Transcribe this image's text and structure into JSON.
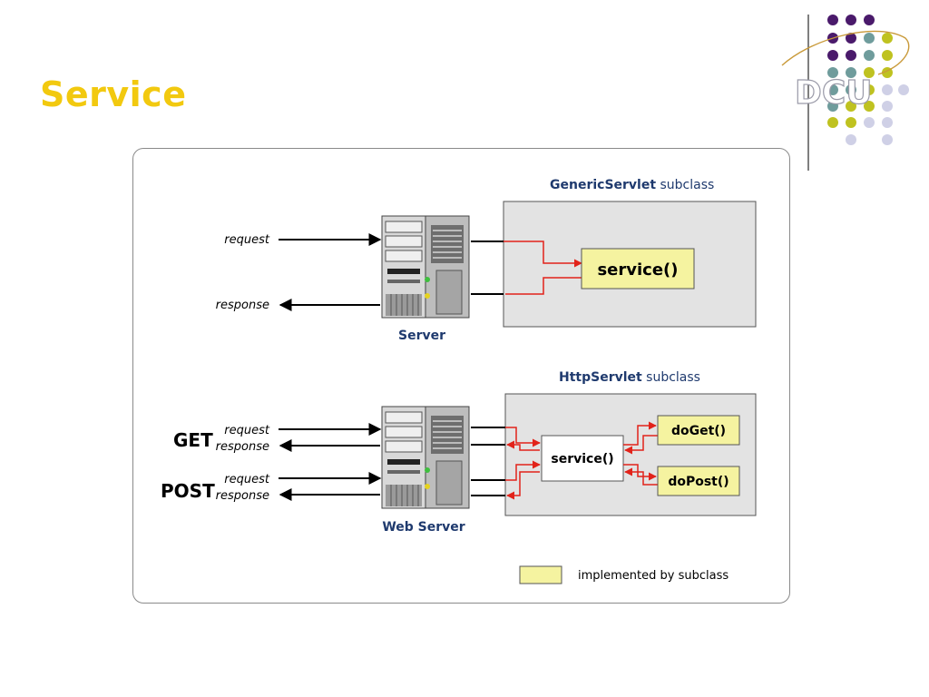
{
  "slide": {
    "title": "Service",
    "logo_text": "DCU"
  },
  "colors": {
    "title": "#f2c90f",
    "logo_purple": "#4a1a6b",
    "logo_teal": "#6f9c9c",
    "logo_olive": "#bfc220",
    "logo_lavender": "#cfd0e6",
    "arrow_red": "#e2231a",
    "subclass_box": "#e3e3e3",
    "implemented_fill": "#f5f3a0",
    "server_label": "#1f3a6e"
  },
  "icons": {
    "server": "server-tower-icon",
    "logo": "dcu-dots-logo-icon"
  },
  "diagram": {
    "top": {
      "subclass_bold": "GenericServlet",
      "subclass_suffix": " subclass",
      "request_label": "request",
      "response_label": "response",
      "server_label": "Server",
      "method_label": "service()"
    },
    "bottom": {
      "subclass_bold": "HttpServlet",
      "subclass_suffix": " subclass",
      "get_label": "GET",
      "post_label": "POST",
      "get_request_label": "request",
      "get_response_label": "response",
      "post_request_label": "request",
      "post_response_label": "response",
      "server_label": "Web Server",
      "service_label": "service()",
      "doget_label": "doGet()",
      "dopost_label": "doPost()"
    },
    "legend": {
      "label": "implemented by subclass"
    }
  }
}
